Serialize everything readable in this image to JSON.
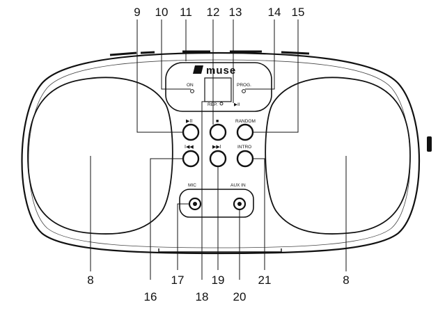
{
  "callouts": {
    "n9": "9",
    "n10": "10",
    "n11": "11",
    "n12": "12",
    "n13": "13",
    "n14": "14",
    "n15": "15",
    "n8_left": "8",
    "n8_right": "8",
    "n16": "16",
    "n17": "17",
    "n18": "18",
    "n19": "19",
    "n20": "20",
    "n21": "21"
  },
  "display": {
    "brand": "muse",
    "on_label": "ON",
    "prog_label": "PROG.",
    "rep_label": "REP.",
    "play_label": "▶II"
  },
  "buttons": {
    "play_pause_symbol": "▶II",
    "stop_symbol": "■",
    "random_label": "RANDOM",
    "prev_symbol": "I◀◀",
    "next_symbol": "▶▶I",
    "intro_label": "INTRO"
  },
  "jacks": {
    "mic_label": "MIC",
    "aux_label": "AUX IN"
  }
}
